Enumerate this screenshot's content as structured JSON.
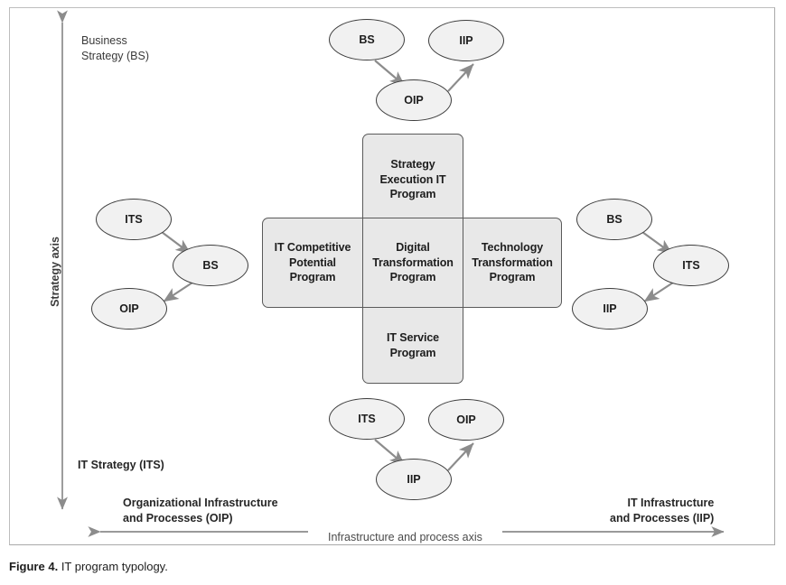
{
  "figure": {
    "caption_number": "Figure 4.",
    "caption_text": "IT program typology."
  },
  "axes": {
    "vertical": {
      "name": "Strategy axis",
      "top_label": "Business\nStrategy (BS)",
      "bottom_label": "IT Strategy (ITS)",
      "arrow": "double-headed-vertical"
    },
    "horizontal": {
      "name": "Infrastructure and process axis",
      "left_label": "Organizational Infrastructure\nand Processes (OIP)",
      "right_label": "IT Infrastructure\nand Processes (IIP)",
      "arrow": "double-headed-horizontal"
    }
  },
  "programs": {
    "top": "Strategy\nExecution IT\nProgram",
    "left": "IT Competitive\nPotential\nProgram",
    "center": "Digital\nTransformation\nProgram",
    "right": "Technology\nTransformation\nProgram",
    "bottom": "IT Service\nProgram"
  },
  "clusters": {
    "top": {
      "position": "top",
      "nodes": [
        "BS",
        "OIP",
        "IIP"
      ],
      "sequence": "BS -> OIP -> IIP",
      "edges": [
        {
          "from": "BS",
          "to": "OIP"
        },
        {
          "from": "OIP",
          "to": "IIP"
        }
      ]
    },
    "left": {
      "position": "left",
      "nodes": [
        "ITS",
        "BS",
        "OIP"
      ],
      "sequence": "ITS -> BS -> OIP",
      "edges": [
        {
          "from": "ITS",
          "to": "BS"
        },
        {
          "from": "BS",
          "to": "OIP"
        }
      ]
    },
    "right": {
      "position": "right",
      "nodes": [
        "BS",
        "ITS",
        "IIP"
      ],
      "sequence": "BS -> ITS -> IIP",
      "edges": [
        {
          "from": "BS",
          "to": "ITS"
        },
        {
          "from": "ITS",
          "to": "IIP"
        }
      ]
    },
    "bottom": {
      "position": "bottom",
      "nodes": [
        "ITS",
        "IIP",
        "OIP"
      ],
      "sequence": "ITS -> IIP -> OIP",
      "edges": [
        {
          "from": "ITS",
          "to": "IIP"
        },
        {
          "from": "IIP",
          "to": "OIP"
        }
      ]
    }
  },
  "colors": {
    "box_fill": "#e8e8e8",
    "box_border": "#5a5a5a",
    "ellipse_fill": "#f1f1f1",
    "ellipse_border": "#3d3d3d",
    "arrow": "#8c8c8c",
    "axis_line": "#8c8c8c",
    "frame_border": "#a9a9a9",
    "text": "#1d1d1d"
  }
}
